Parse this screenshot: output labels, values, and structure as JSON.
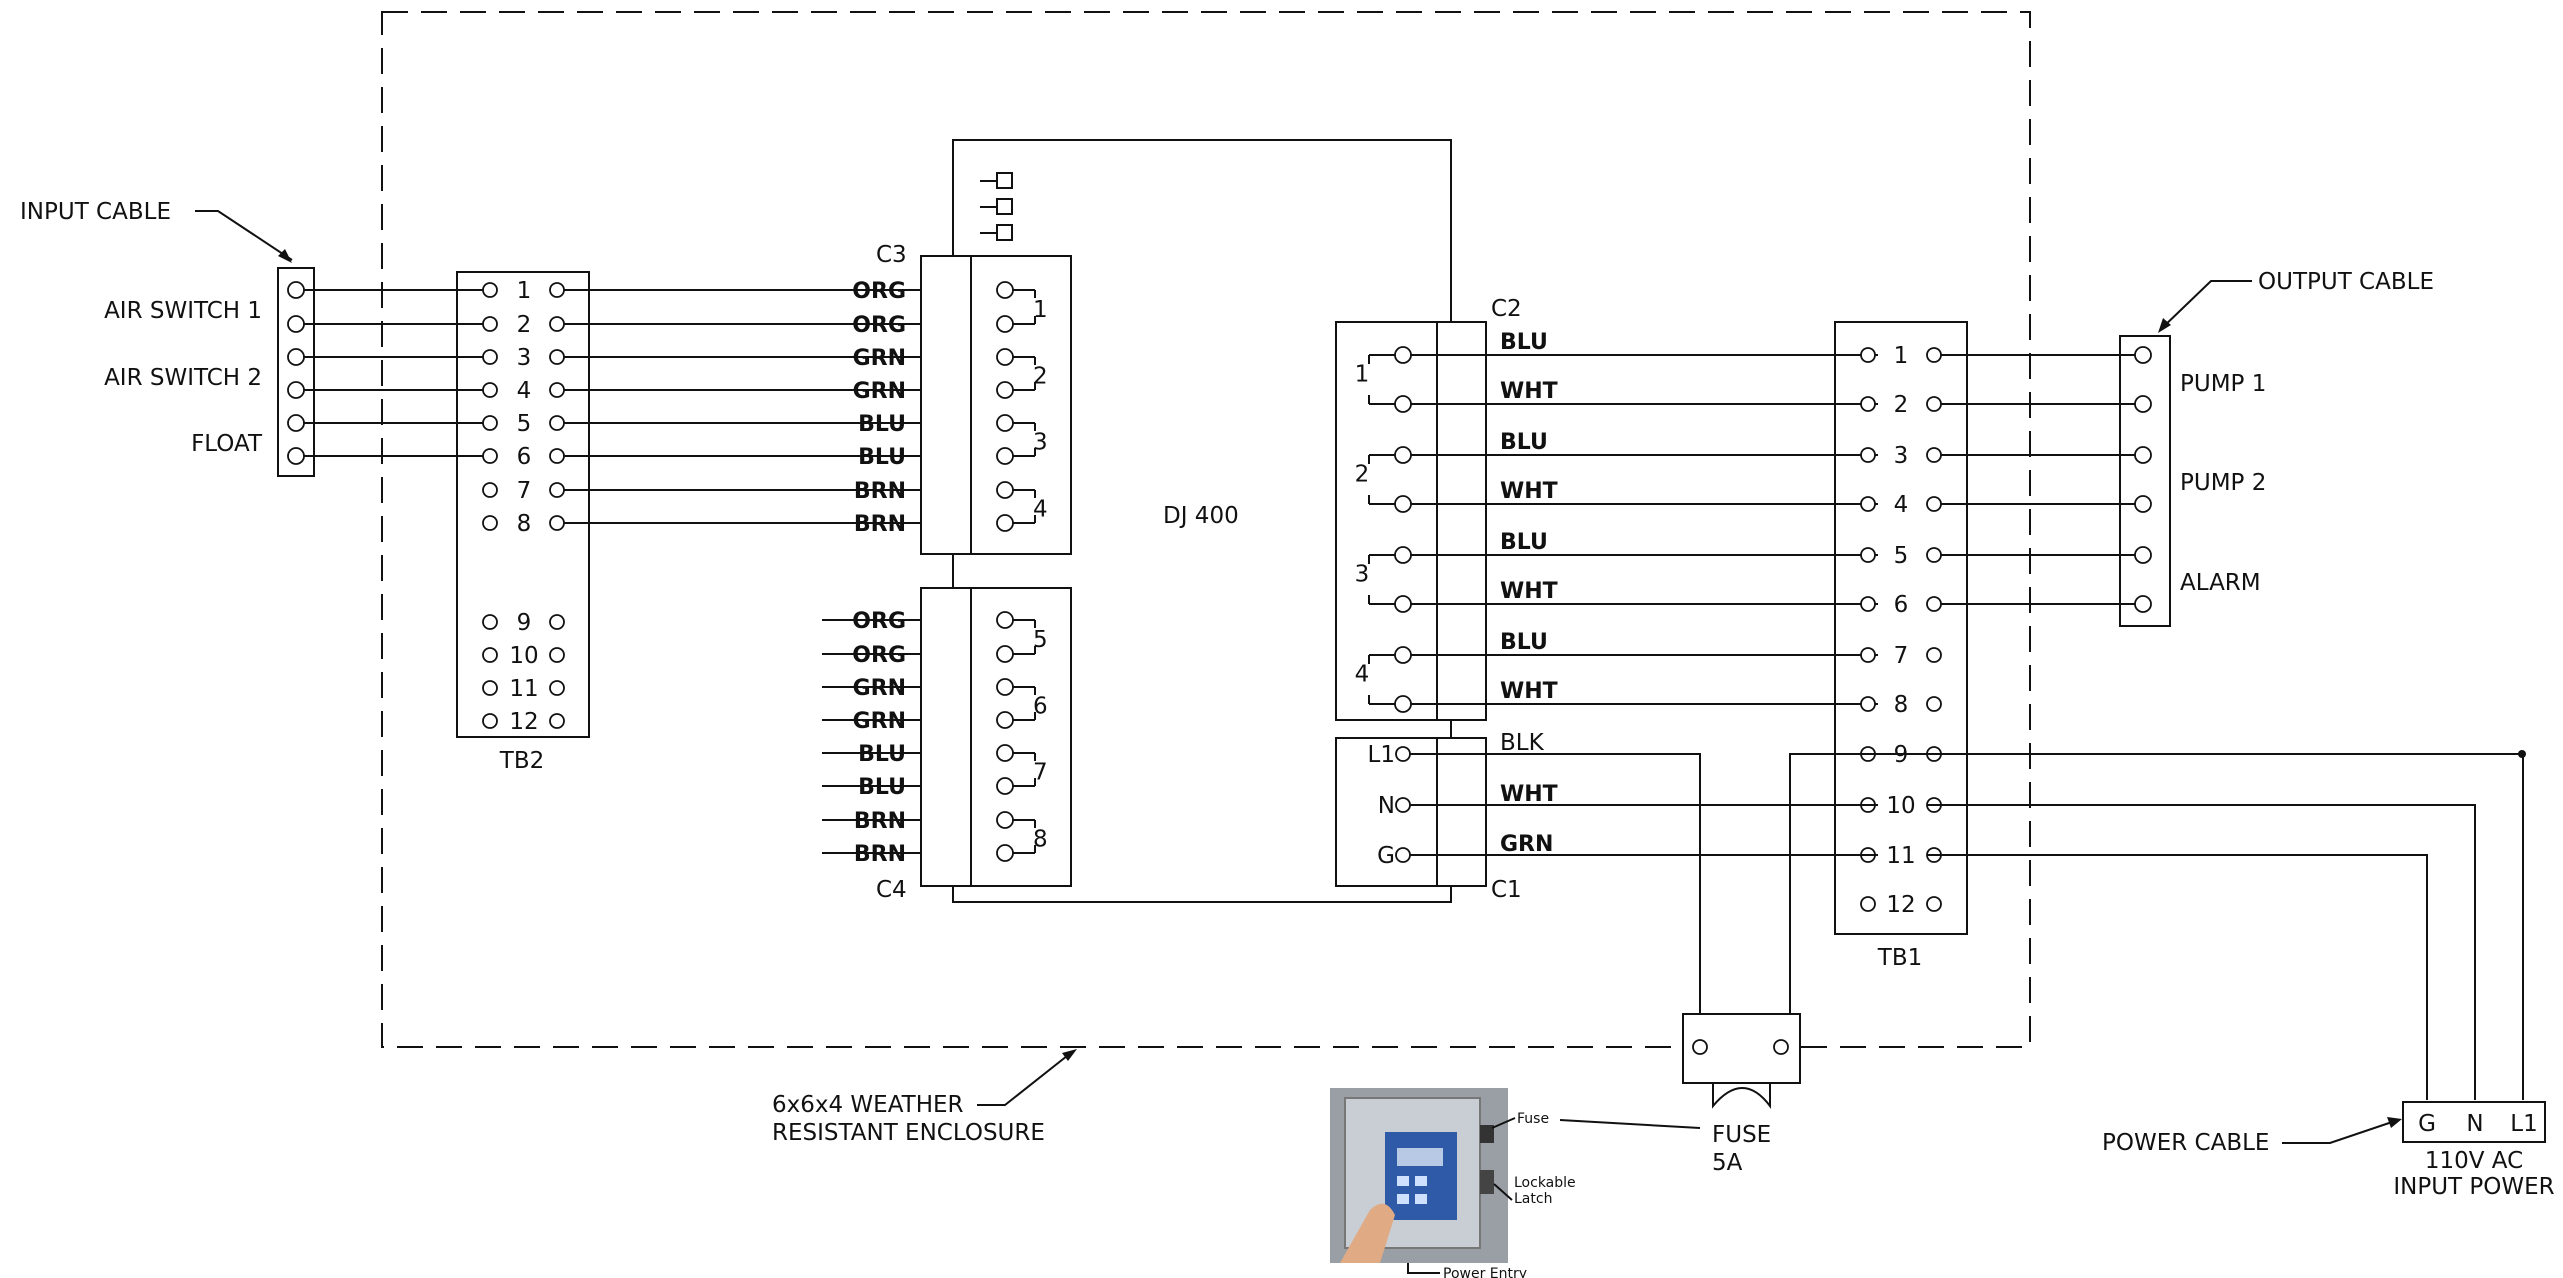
{
  "input_cable": {
    "title": "INPUT CABLE",
    "labels": [
      "AIR SWITCH 1",
      "AIR SWITCH 2",
      "FLOAT"
    ]
  },
  "tb2": {
    "name": "TB2",
    "numbers": [
      "1",
      "2",
      "3",
      "4",
      "5",
      "6",
      "7",
      "8",
      "9",
      "10",
      "11",
      "12"
    ]
  },
  "c3": {
    "name": "C3",
    "wires": [
      {
        "text": "ORG",
        "color": "#e8761e"
      },
      {
        "text": "ORG",
        "color": "#e8761e"
      },
      {
        "text": "GRN",
        "color": "#1f8a3a"
      },
      {
        "text": "GRN",
        "color": "#1f8a3a"
      },
      {
        "text": "BLU",
        "color": "#1b20c8"
      },
      {
        "text": "BLU",
        "color": "#1b20c8"
      },
      {
        "text": "BRN",
        "color": "#8a5a1c"
      },
      {
        "text": "BRN",
        "color": "#8a5a1c"
      }
    ],
    "groups": [
      "1",
      "2",
      "3",
      "4"
    ]
  },
  "c4": {
    "name": "C4",
    "wires": [
      {
        "text": "ORG",
        "color": "#e8761e"
      },
      {
        "text": "ORG",
        "color": "#e8761e"
      },
      {
        "text": "GRN",
        "color": "#1f8a3a"
      },
      {
        "text": "GRN",
        "color": "#1f8a3a"
      },
      {
        "text": "BLU",
        "color": "#1b20c8"
      },
      {
        "text": "BLU",
        "color": "#1b20c8"
      },
      {
        "text": "BRN",
        "color": "#8a5a1c"
      },
      {
        "text": "BRN",
        "color": "#8a5a1c"
      }
    ],
    "groups": [
      "5",
      "6",
      "7",
      "8"
    ]
  },
  "controller": {
    "name": "DJ 400"
  },
  "c2": {
    "name": "C2",
    "wires": [
      {
        "text": "BLU",
        "color": "#1b20c8"
      },
      {
        "text": "WHT",
        "color": "#b8b8b8"
      },
      {
        "text": "BLU",
        "color": "#1b20c8"
      },
      {
        "text": "WHT",
        "color": "#b8b8b8"
      },
      {
        "text": "BLU",
        "color": "#1b20c8"
      },
      {
        "text": "WHT",
        "color": "#b8b8b8"
      },
      {
        "text": "BLU",
        "color": "#1b20c8"
      },
      {
        "text": "WHT",
        "color": "#b8b8b8"
      }
    ],
    "groups": [
      "1",
      "2",
      "3",
      "4"
    ]
  },
  "c1": {
    "name": "C1",
    "terminals": [
      "L1",
      "N",
      "G"
    ],
    "wires": [
      {
        "text": "BLK",
        "color": "#111111"
      },
      {
        "text": "WHT",
        "color": "#b8b8b8"
      },
      {
        "text": "GRN",
        "color": "#1f8a3a"
      }
    ]
  },
  "tb1": {
    "name": "TB1",
    "numbers": [
      "1",
      "2",
      "3",
      "4",
      "5",
      "6",
      "7",
      "8",
      "9",
      "10",
      "11",
      "12"
    ]
  },
  "output_cable": {
    "title": "OUTPUT CABLE",
    "labels": [
      "PUMP 1",
      "PUMP 2",
      "ALARM"
    ]
  },
  "enclosure": {
    "line1": "6x6x4 WEATHER",
    "line2": "RESISTANT ENCLOSURE"
  },
  "fuse": {
    "line1": "FUSE",
    "line2": "5A"
  },
  "power": {
    "title": "POWER CABLE",
    "terminals": [
      "G",
      "N",
      "L1"
    ],
    "line1": "110V AC",
    "line2": "INPUT POWER"
  },
  "photo": {
    "callouts": [
      "Fuse",
      "Lockable",
      "Latch",
      "Power Entry"
    ]
  }
}
